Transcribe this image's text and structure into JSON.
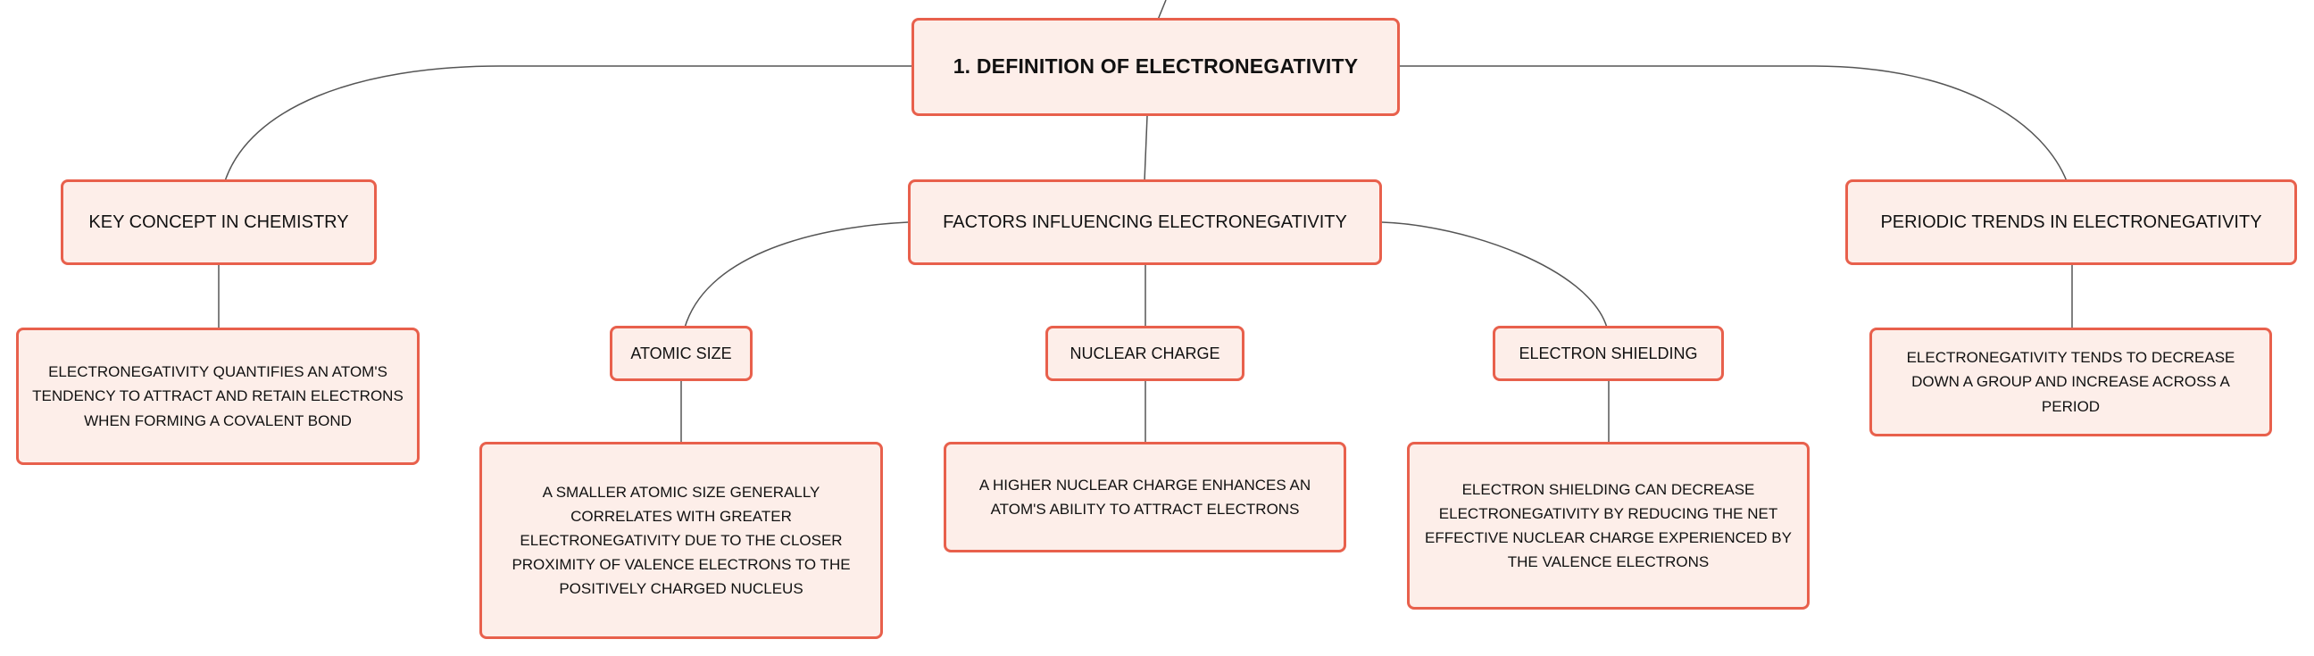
{
  "colors": {
    "node_border": "#e8604c",
    "node_fill": "#fdeee9",
    "connector": "#555555",
    "text": "#111111"
  },
  "root": {
    "label": "1. DEFINITION OF ELECTRONEGATIVITY"
  },
  "key_concept": {
    "label": "KEY CONCEPT IN CHEMISTRY",
    "detail": "ELECTRONEGATIVITY QUANTIFIES AN ATOM'S TENDENCY TO ATTRACT AND RETAIN ELECTRONS WHEN FORMING A COVALENT BOND"
  },
  "factors": {
    "label": "FACTORS INFLUENCING ELECTRONEGATIVITY",
    "atomic_size": {
      "label": "ATOMIC SIZE",
      "detail": "A SMALLER ATOMIC SIZE GENERALLY CORRELATES WITH GREATER ELECTRONEGATIVITY DUE TO THE CLOSER PROXIMITY OF VALENCE ELECTRONS TO THE POSITIVELY CHARGED NUCLEUS"
    },
    "nuclear_charge": {
      "label": "NUCLEAR CHARGE",
      "detail": "A HIGHER NUCLEAR CHARGE ENHANCES AN ATOM'S ABILITY TO ATTRACT ELECTRONS"
    },
    "electron_shielding": {
      "label": "ELECTRON SHIELDING",
      "detail": "ELECTRON SHIELDING CAN DECREASE ELECTRONEGATIVITY BY REDUCING THE NET EFFECTIVE NUCLEAR CHARGE EXPERIENCED BY THE VALENCE ELECTRONS"
    }
  },
  "periodic_trends": {
    "label": "PERIODIC TRENDS IN ELECTRONEGATIVITY",
    "detail": "ELECTRONEGATIVITY TENDS TO DECREASE DOWN A GROUP AND INCREASE ACROSS A PERIOD"
  }
}
